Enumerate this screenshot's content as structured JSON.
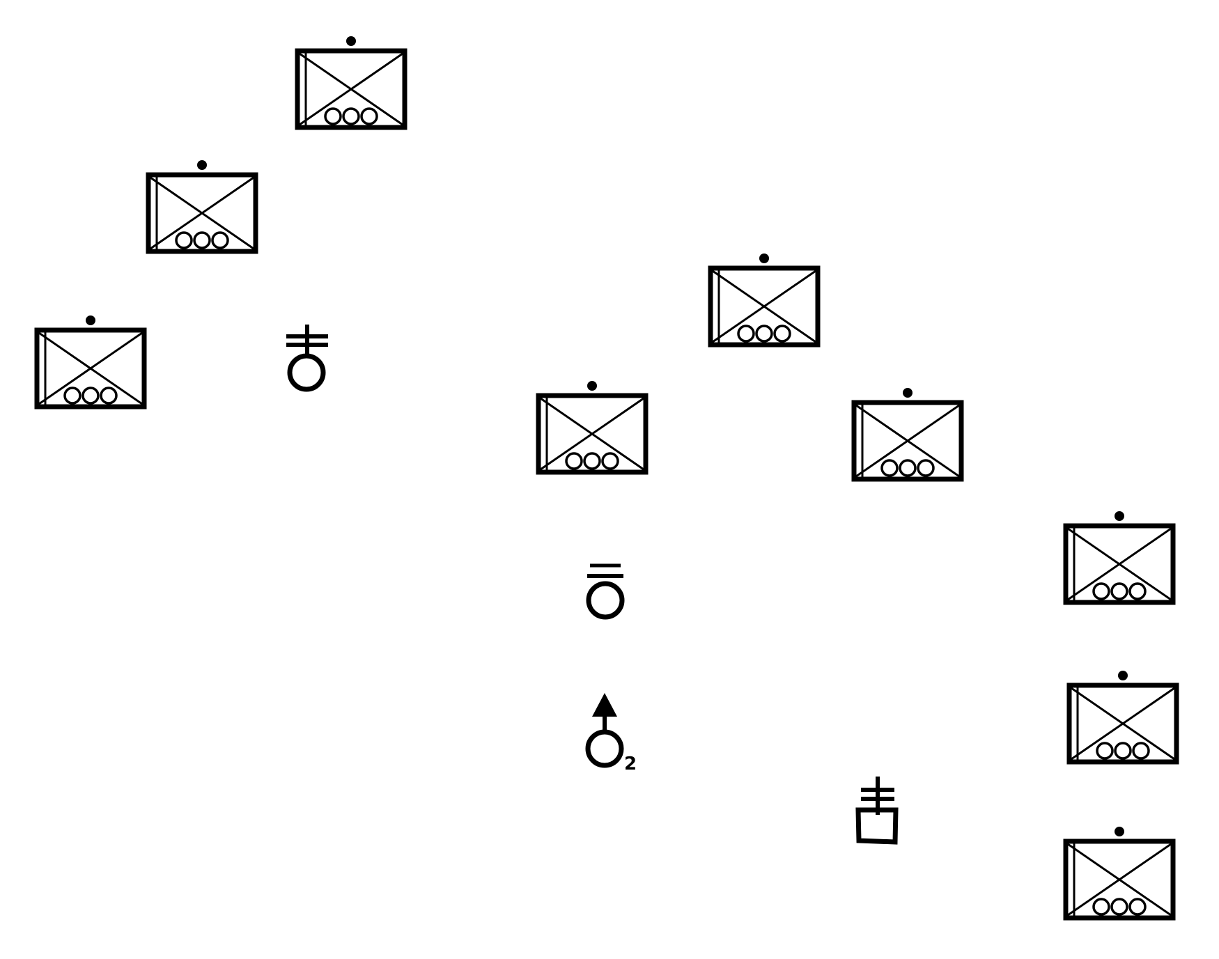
{
  "diagram": {
    "background_color": "#ffffff",
    "ink_color": "#000000",
    "symbols": {
      "unit": "mechanized-infantry-squad-symbol",
      "cross_circle": "circle-with-double-bar-cross",
      "bar_circle": "circle-with-double-bar",
      "arrow_circle": "circle-with-up-arrow",
      "cross_square": "square-with-double-bar-cross"
    },
    "labels": {
      "arrow_circle_subscript": "2"
    }
  }
}
